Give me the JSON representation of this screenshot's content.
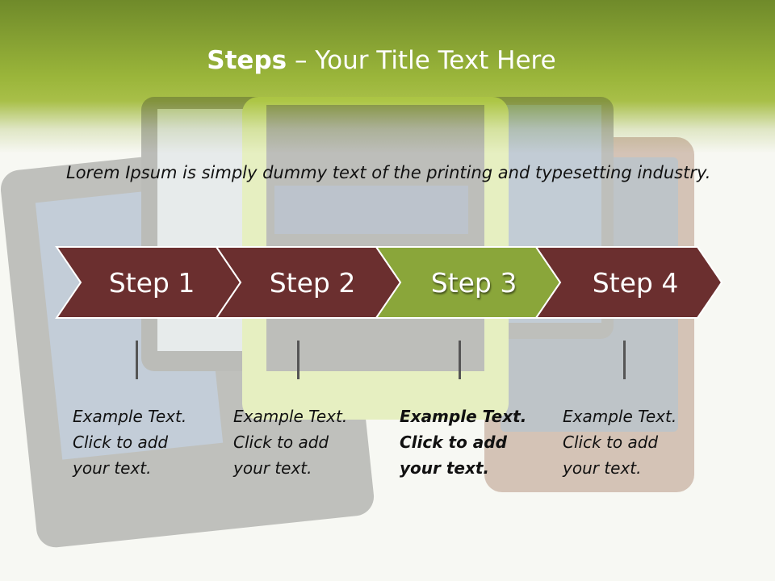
{
  "title": {
    "strong": "Steps",
    "rest": " – Your Title Text Here"
  },
  "intro": "Lorem Ipsum is simply dummy text of the printing and typesetting industry.",
  "colors": {
    "chevron": "#6b2f2f",
    "chevron_active": "#8aa63a",
    "header": "#9ab53a"
  },
  "steps": [
    {
      "label": "Step 1",
      "active": false,
      "lines": [
        "Example Text.",
        "Click  to add",
        "your text."
      ]
    },
    {
      "label": "Step 2",
      "active": false,
      "lines": [
        "Example Text.",
        "Click  to add",
        "your text."
      ]
    },
    {
      "label": "Step 3",
      "active": true,
      "lines": [
        "Example Text.",
        "Click  to add",
        "your text."
      ]
    },
    {
      "label": "Step 4",
      "active": false,
      "lines": [
        "Example Text.",
        "Click  to add",
        "your text."
      ]
    }
  ]
}
